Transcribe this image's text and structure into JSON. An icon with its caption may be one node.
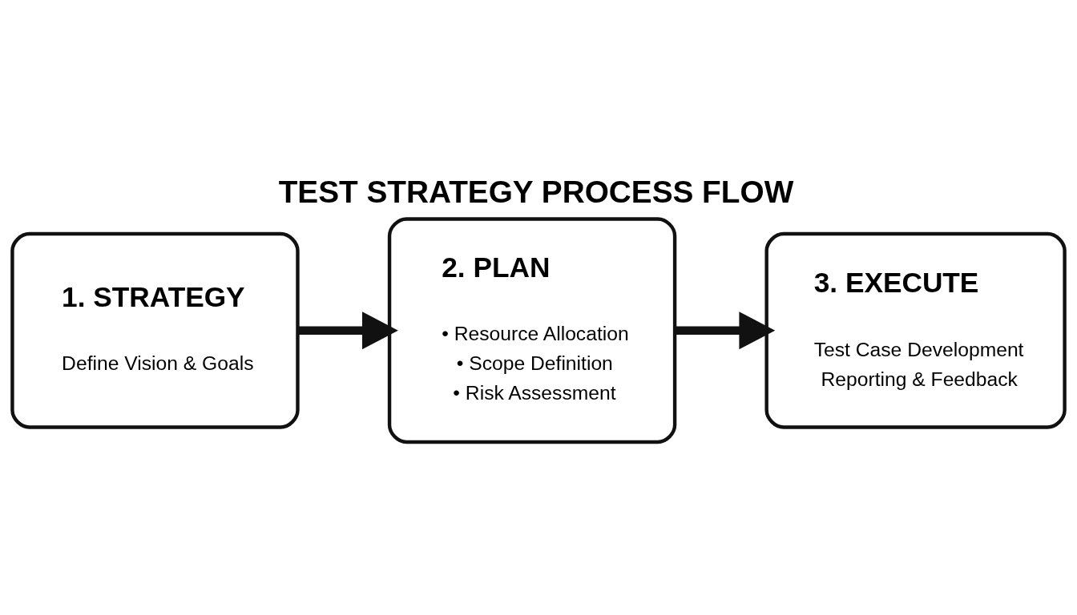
{
  "diagram": {
    "title": "TEST STRATEGY PROCESS FLOW",
    "nodes": [
      {
        "text": [
          "1. STRATEGY",
          "Define Vision & Goals"
        ]
      },
      {
        "text": [
          "2. PLAN",
          "• Resource Allocation",
          "• Scope Definition",
          "• Risk Assessment"
        ]
      },
      {
        "text": [
          "3. EXECUTE",
          "Test Case Development",
          "Reporting & Feedback"
        ]
      }
    ],
    "edges": [
      {
        "from": 0,
        "to": 1,
        "arrow": "to"
      },
      {
        "from": 1,
        "to": 2,
        "arrow": "to"
      }
    ]
  }
}
